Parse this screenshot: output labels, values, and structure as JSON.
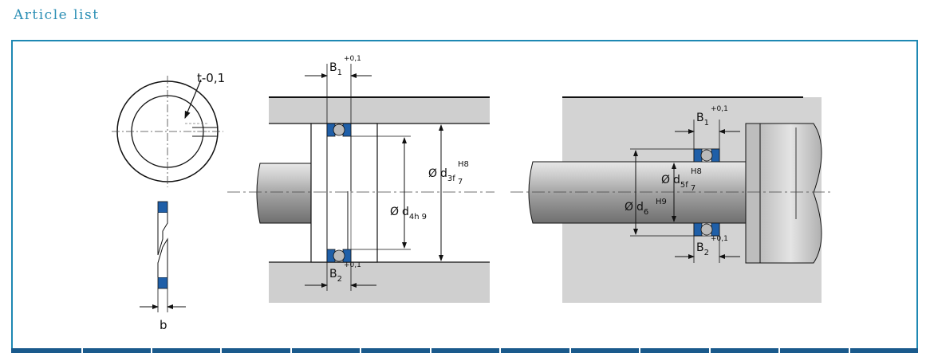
{
  "page": {
    "title": "Article list"
  },
  "labels": {
    "tolerance": "t-0,1",
    "thickness": "b",
    "b1": "B",
    "b1_sub": "1",
    "b1_sup": "+0,1",
    "b2": "B",
    "b2_sub": "2",
    "b2_sup": "+0,1",
    "diameter_symbol": "Ø",
    "d3": "d",
    "d3_sub": "3f",
    "d3_sup": "H8",
    "d3_tol": "7",
    "d4": "d",
    "d4_sub": "4h",
    "d4_tol": "9",
    "d5": "d",
    "d5_sub": "5f",
    "d5_sup": "H8",
    "d5_tol": "7",
    "d6": "d",
    "d6_sub": "6",
    "d6_sup": "H9"
  },
  "colors": {
    "accent": "#2c8fb5",
    "seal_blue": "#1f5fa8",
    "metal": "#cfcfcf"
  }
}
